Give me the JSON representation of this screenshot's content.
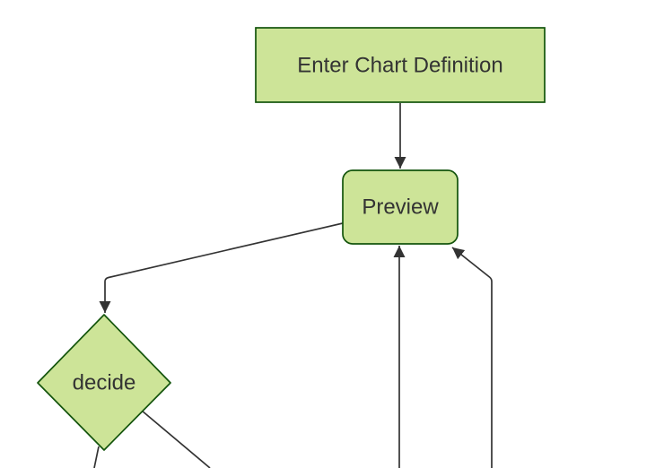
{
  "app": {
    "kind": "flowchart-diagram-preview",
    "background_color": "#ffffff"
  },
  "diagram": {
    "type": "flowchart",
    "direction": "top-down",
    "style": {
      "node_fill": "#cde498",
      "node_border": "#13540c",
      "edge_color": "#333333",
      "text_color": "#333333"
    },
    "nodes": [
      {
        "id": "A",
        "label": "Enter Chart Definition",
        "shape": "rectangle"
      },
      {
        "id": "B",
        "label": "Preview",
        "shape": "rounded-rectangle"
      },
      {
        "id": "C",
        "label": "decide",
        "shape": "diamond"
      }
    ],
    "edges": [
      {
        "from": "A",
        "to": "B",
        "arrowhead": "filled-triangle"
      },
      {
        "from": "B",
        "to": "C",
        "arrowhead": "filled-triangle"
      },
      {
        "from": "offscreen-bottom",
        "to": "B",
        "arrowhead": "filled-triangle"
      },
      {
        "from": "offscreen-bottom-right",
        "to": "B",
        "arrowhead": "filled-triangle"
      },
      {
        "from": "C",
        "to": "offscreen-bottom-left",
        "arrowhead": "cut-off-below-viewport"
      },
      {
        "from": "C",
        "to": "offscreen-bottom-right",
        "arrowhead": "cut-off-below-viewport"
      }
    ]
  }
}
